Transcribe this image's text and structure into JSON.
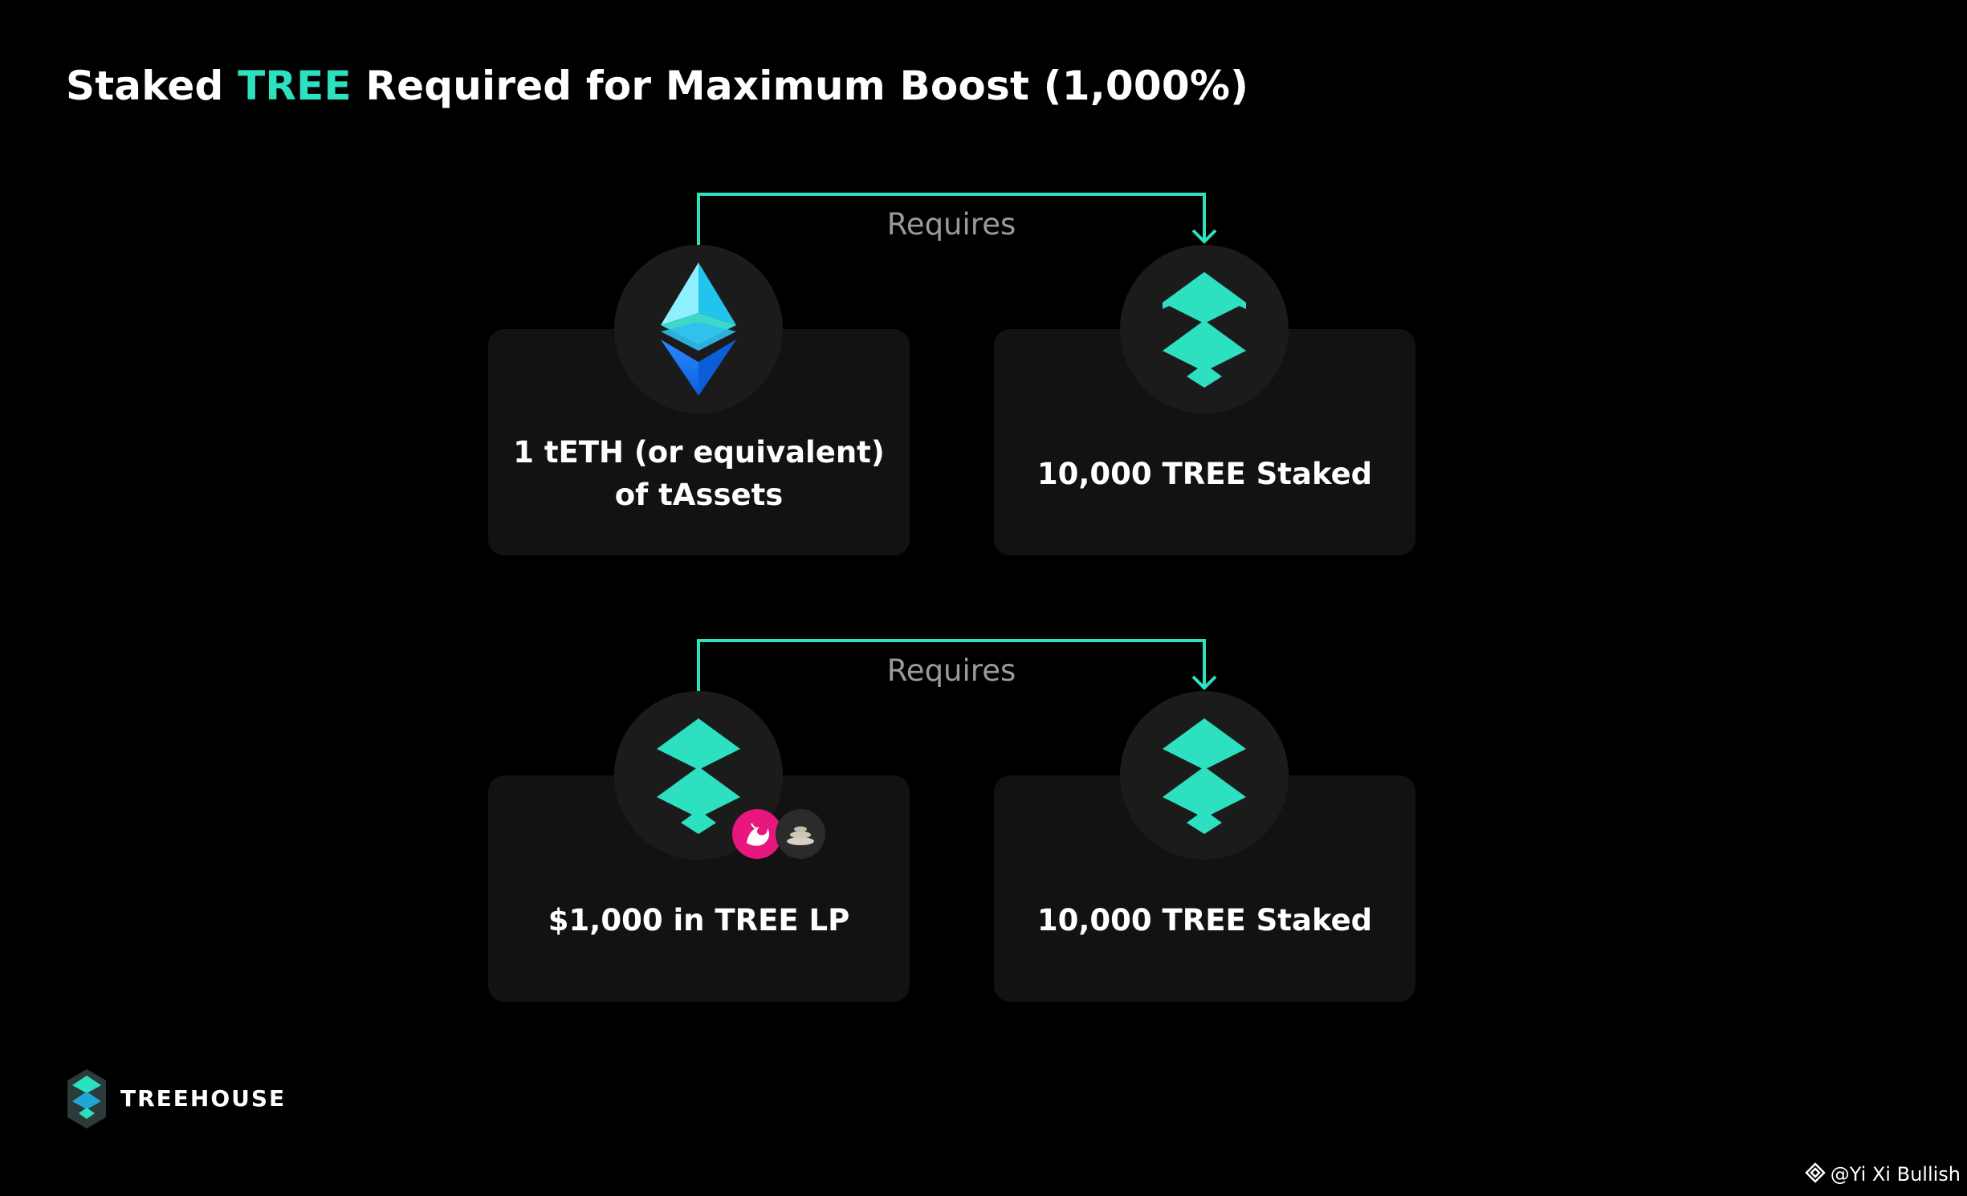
{
  "header": {
    "title_before": "Staked ",
    "title_accent": "TREE",
    "title_after": " Required for Maximum Boost (1,000%)"
  },
  "rows": [
    {
      "connector_label": "Requires",
      "left": {
        "icon": "eth-diamond-icon",
        "lines": [
          "1 tETH (or equivalent)",
          "of tAssets"
        ]
      },
      "right": {
        "icon": "tree-logo-icon",
        "lines": [
          "10,000 TREE Staked"
        ]
      }
    },
    {
      "connector_label": "Requires",
      "left": {
        "icon": "tree-logo-icon",
        "badges": [
          "uniswap-icon",
          "balancer-icon"
        ],
        "lines": [
          "$1,000 in TREE LP"
        ]
      },
      "right": {
        "icon": "tree-logo-icon",
        "lines": [
          "10,000 TREE Staked"
        ]
      }
    }
  ],
  "brand": {
    "name": "TREEHOUSE",
    "icon": "treehouse-logo-icon"
  },
  "watermark": {
    "text": "@Yi Xi Bullish",
    "icon": "binance-square-icon"
  },
  "colors": {
    "background": "#000000",
    "accent": "#2de0c0",
    "card": "#121212",
    "circle": "#1b1b1b",
    "muted_text": "#9a9a9a",
    "uniswap_pink": "#e8177d"
  }
}
